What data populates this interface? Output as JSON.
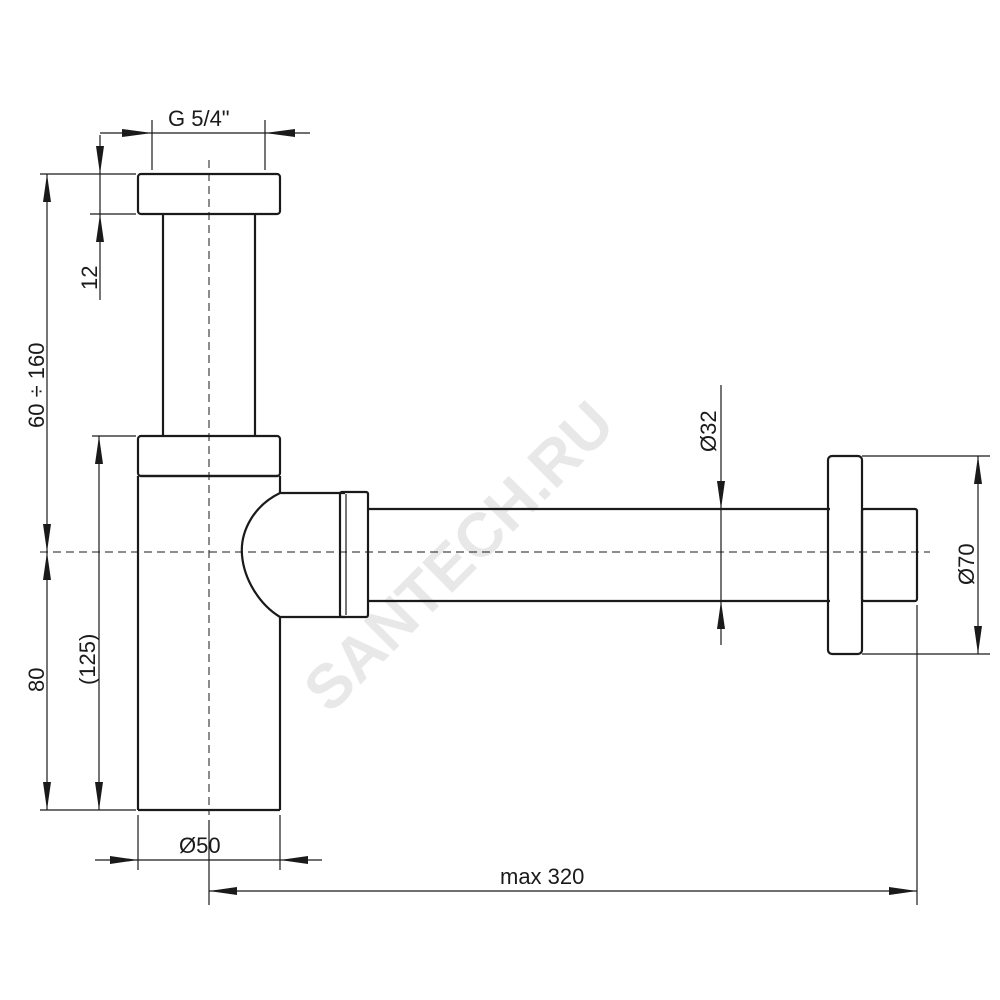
{
  "drawing": {
    "dimensions": {
      "thread": "G 5/4\"",
      "nut_height": "12",
      "height_range": "60 ÷ 160",
      "outlet_height": "80",
      "outlet_height_ref": "(125)",
      "body_diameter": "Ø50",
      "pipe_diameter": "Ø32",
      "flange_diameter": "Ø70",
      "max_length": "max 320"
    },
    "watermark": "SANTECH.RU"
  }
}
